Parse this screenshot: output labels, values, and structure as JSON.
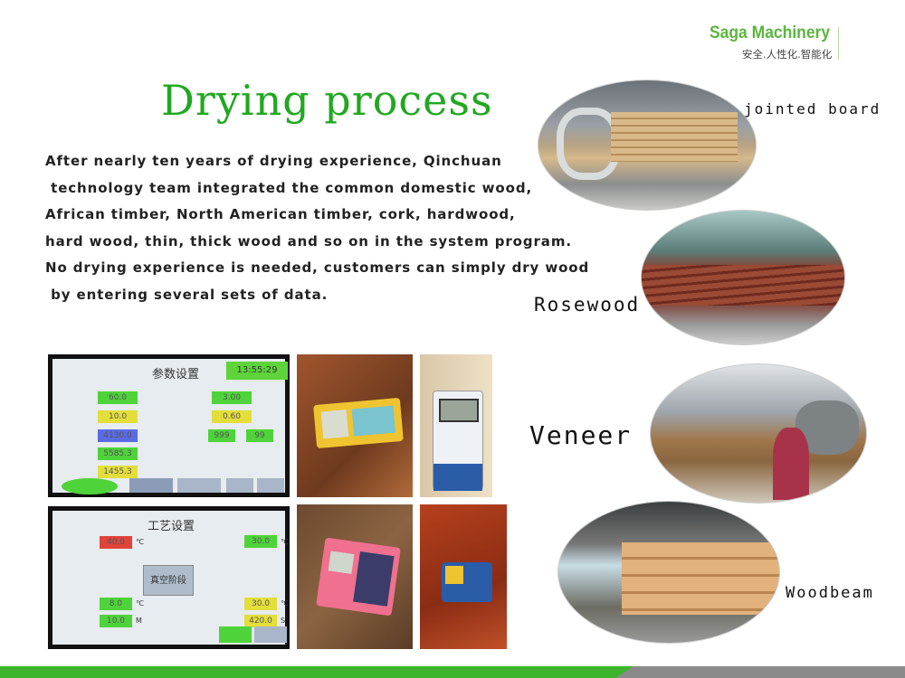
{
  "logo": {
    "name": "Saga Machinery",
    "tagline": "安全.人性化.智能化"
  },
  "title": "Drying process",
  "body": [
    "After nearly ten years of drying experience, Qinchuan",
    " technology team integrated the common domestic wood,",
    "African timber, North American timber, cork, hardwood,",
    "hard wood, thin, thick wood and so on in the system program.",
    "No drying experience is needed, customers can simply dry wood",
    " by entering several sets of data."
  ],
  "gallery": [
    {
      "label": "jointed board"
    },
    {
      "label": "Rosewood"
    },
    {
      "label": "Veneer"
    },
    {
      "label": "Woodbeam"
    }
  ],
  "panel1": {
    "title": "参数设置",
    "time": "13:55:29",
    "values": [
      "60.0",
      "10.0",
      "4130.0",
      "5585.3",
      "1455.3",
      "3.00",
      "0.60",
      "999",
      "99"
    ]
  },
  "panel2": {
    "title": "工艺设置",
    "button": "真空阶段",
    "values": [
      "40.0",
      "30.0",
      "8.0",
      "10.0",
      "30.0",
      "420.0"
    ],
    "units": [
      "℃",
      "℃",
      "℃",
      "M",
      "℃",
      "S"
    ]
  },
  "colors": {
    "brand_green": "#5cb540",
    "title_green": "#21a821",
    "footer_gray": "#8a8a8a"
  }
}
